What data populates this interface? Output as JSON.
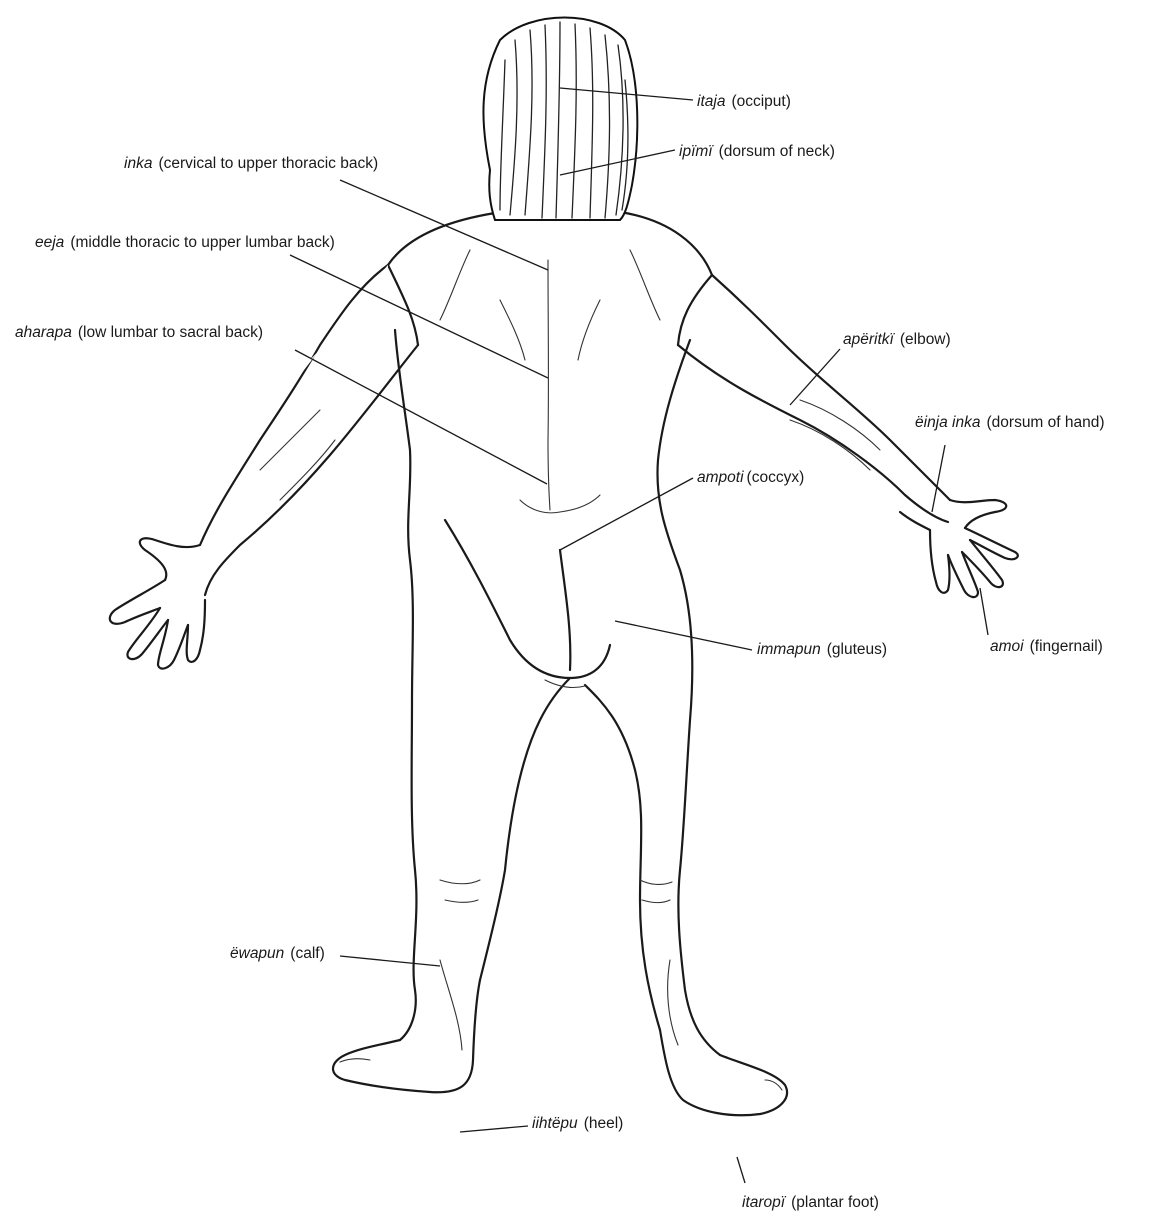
{
  "labels": [
    {
      "id": "occiput",
      "term": "itaja",
      "gloss": "(occiput)"
    },
    {
      "id": "neck",
      "term": "ipïmï",
      "gloss": "(dorsum of neck)"
    },
    {
      "id": "upper-back",
      "term": "inka",
      "gloss": "(cervical to upper thoracic back)"
    },
    {
      "id": "mid-back",
      "term": "eeja",
      "gloss": "(middle thoracic to upper lumbar back)"
    },
    {
      "id": "low-back",
      "term": "aharapa",
      "gloss": "(low lumbar to sacral back)"
    },
    {
      "id": "elbow",
      "term": "apëritkï",
      "gloss": "(elbow)"
    },
    {
      "id": "hand",
      "term": "ëinja inka",
      "gloss": "(dorsum of hand)"
    },
    {
      "id": "coccyx",
      "term": "ampoti",
      "gloss": "(coccyx)"
    },
    {
      "id": "gluteus",
      "term": "immapun",
      "gloss": "(gluteus)"
    },
    {
      "id": "fingernail",
      "term": "amoi",
      "gloss": "(fingernail)"
    },
    {
      "id": "calf",
      "term": "ëwapun",
      "gloss": "(calf)"
    },
    {
      "id": "heel",
      "term": "iihtëpu",
      "gloss": "(heel)"
    },
    {
      "id": "plantar",
      "term": "itaropï",
      "gloss": "(plantar foot)"
    }
  ]
}
